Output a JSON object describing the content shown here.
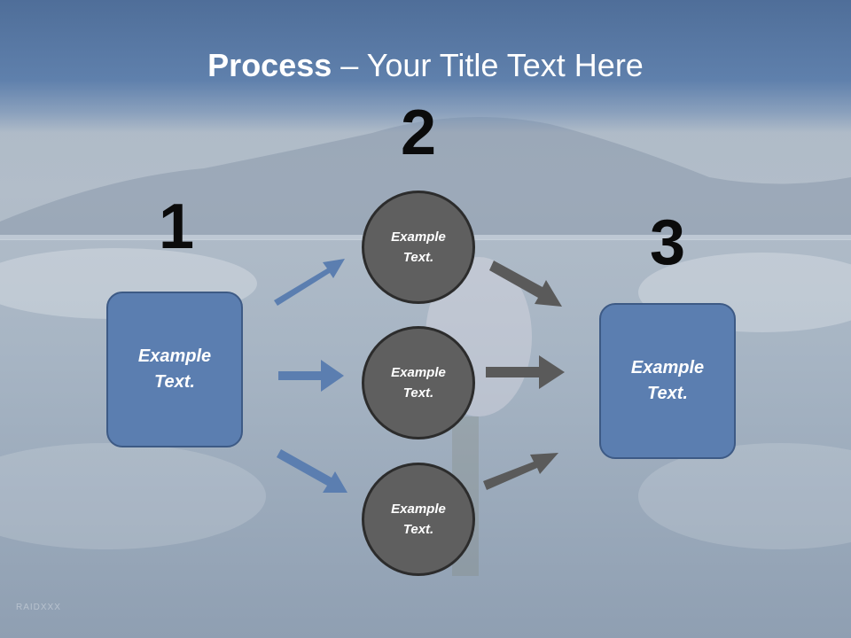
{
  "title": {
    "bold": "Process",
    "rest": " – Your Title Text Here"
  },
  "steps": [
    {
      "number": "1",
      "label": "Example Text."
    },
    {
      "number": "2",
      "label": "Example Text."
    },
    {
      "number": "3",
      "label": "Example Text."
    }
  ],
  "middle_nodes": [
    "Example Text.",
    "Example Text.",
    "Example Text."
  ],
  "colors": {
    "box_fill": "#5b7eb0",
    "circle_fill": "#5f5f5f",
    "left_arrows": "#5b7eb0",
    "right_arrows": "#5a5a5a"
  },
  "watermark": "RAIDXXX"
}
